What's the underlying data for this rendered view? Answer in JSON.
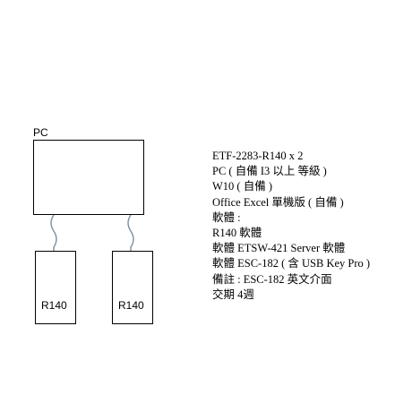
{
  "diagram": {
    "pc_label": "PC",
    "devices": [
      {
        "label": "R140"
      },
      {
        "label": "R140"
      }
    ],
    "cable_color": "#7b8fa6",
    "spec_lines": [
      "ETF-2283-R140 x 2",
      "PC ( 自備  I3 以上 等級 )",
      "W10 ( 自備 )",
      "Office Excel  單機版 ( 自備 )",
      "軟體 :",
      "R140 軟體",
      "軟體 ETSW-421 Server 軟體",
      "軟體 ESC-182 ( 含 USB Key Pro )",
      "備註 : ESC-182 英文介面",
      "交期 4週"
    ]
  }
}
